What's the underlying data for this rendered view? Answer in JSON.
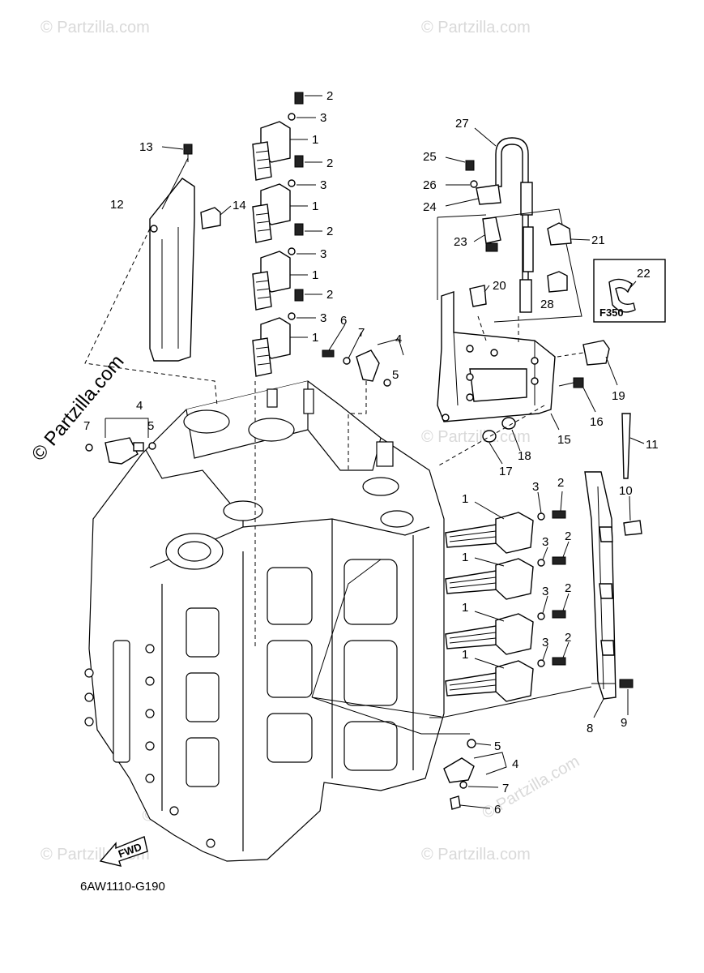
{
  "diagram_code": "6AW1110-G190",
  "fwd_label": "FWD",
  "inset_label": "F350",
  "watermark_main": "© Partzilla.com",
  "watermark_small": "© Partzilla.com",
  "callouts": {
    "n1": "1",
    "n2": "2",
    "n3": "3",
    "n4": "4",
    "n5": "5",
    "n6": "6",
    "n7": "7",
    "n8": "8",
    "n9": "9",
    "n10": "10",
    "n11": "11",
    "n12": "12",
    "n13": "13",
    "n14": "14",
    "n15": "15",
    "n16": "16",
    "n17": "17",
    "n18": "18",
    "n19": "19",
    "n20": "20",
    "n21": "21",
    "n22": "22",
    "n23": "23",
    "n24": "24",
    "n25": "25",
    "n26": "26",
    "n27": "27",
    "n28": "28"
  }
}
